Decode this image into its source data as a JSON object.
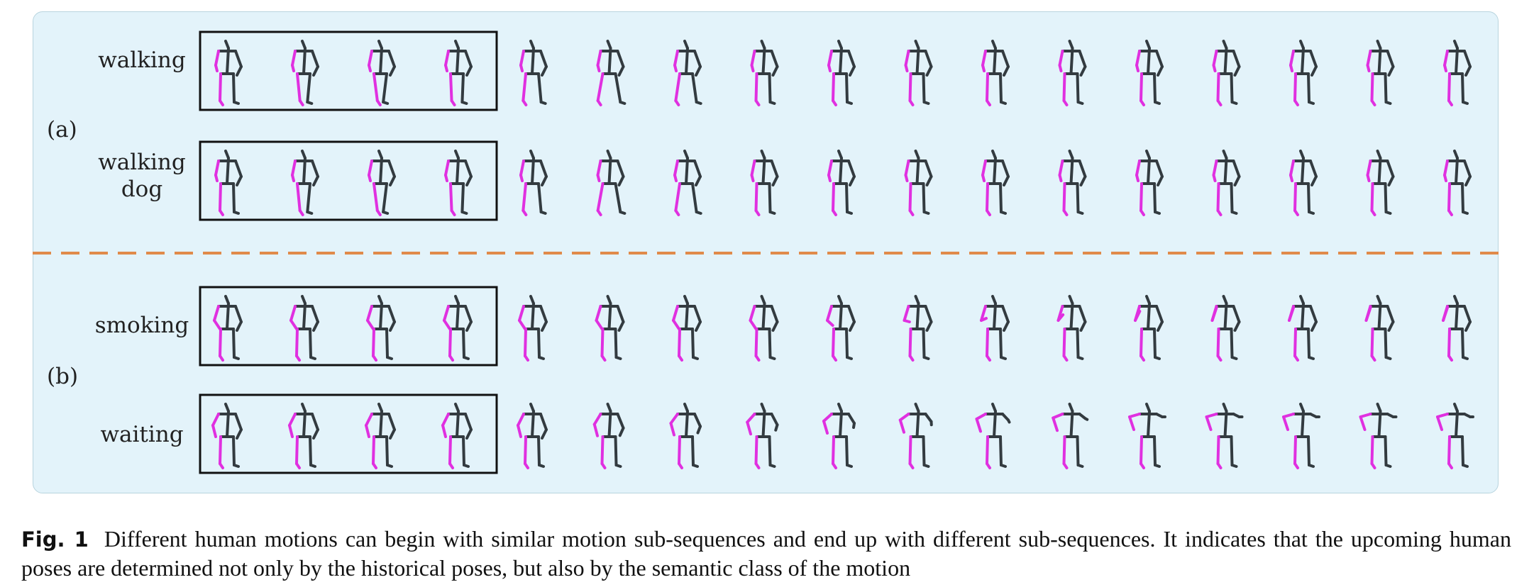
{
  "figure": {
    "groups": [
      {
        "label": "(a)",
        "rows": [
          {
            "label": "walking"
          },
          {
            "label": "walking dog"
          }
        ]
      },
      {
        "label": "(b)",
        "rows": [
          {
            "label": "smoking"
          },
          {
            "label": "waiting"
          }
        ]
      }
    ],
    "history_frames": 4,
    "future_frames": 13,
    "colors": {
      "panel_background": "#e3f3fa",
      "limb_left": "#e030e0",
      "limb_right": "#333b40",
      "separator": "#e08a4a"
    }
  },
  "caption": {
    "label": "Fig. 1",
    "text": "Different human motions can begin with similar motion sub-sequences and end up with different sub-sequences. It indicates that the upcoming human poses are determined not only by the historical poses, but also by the semantic class of the motion"
  }
}
